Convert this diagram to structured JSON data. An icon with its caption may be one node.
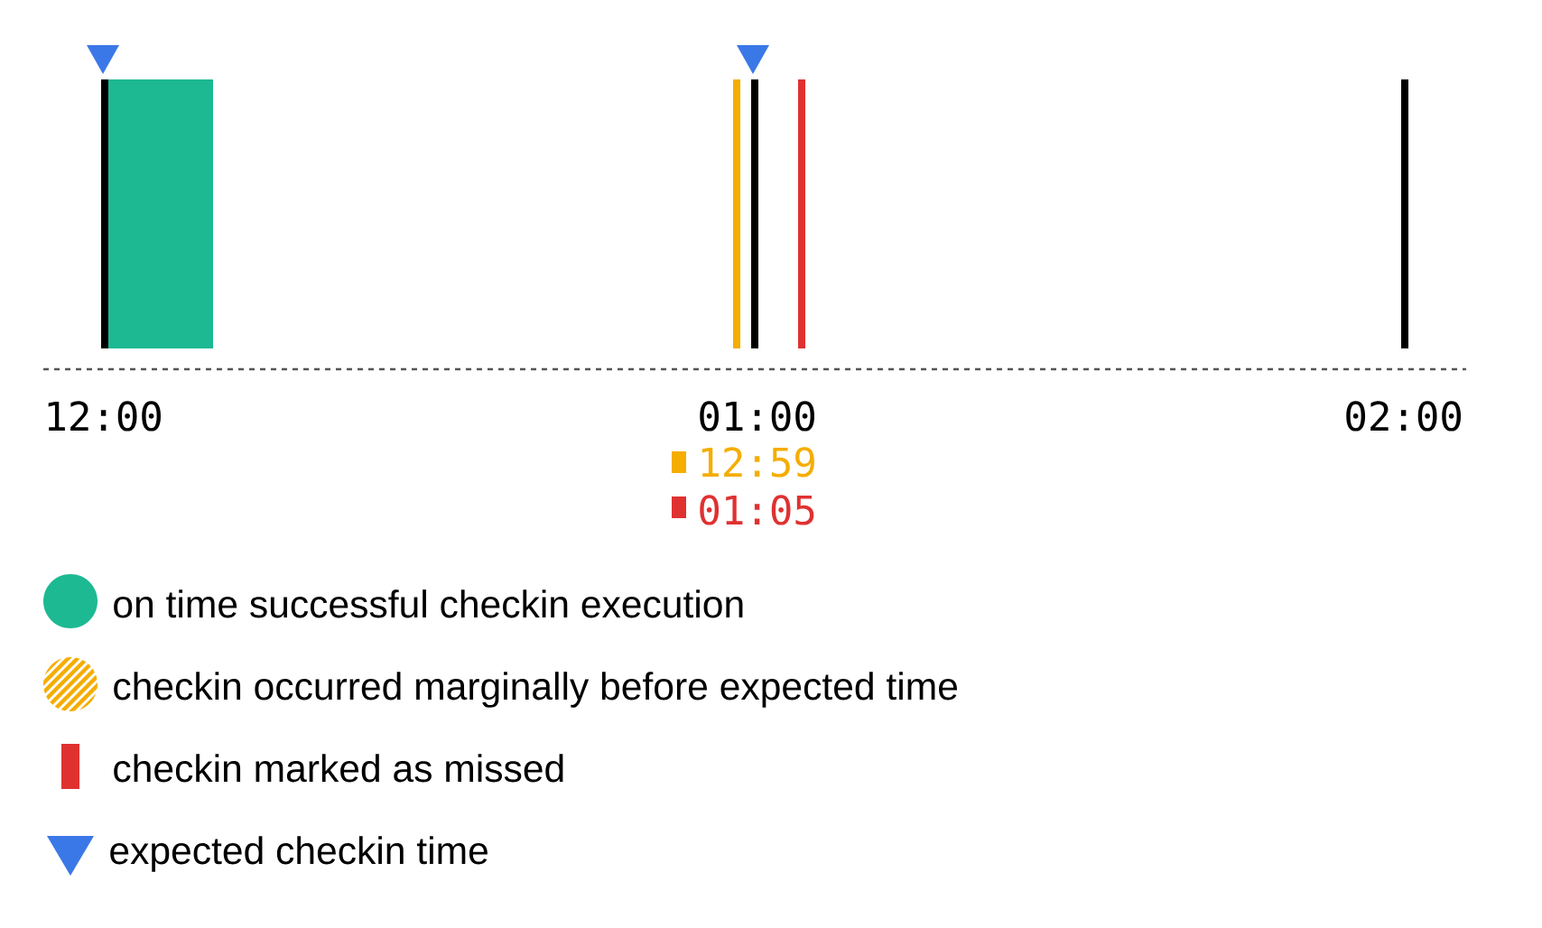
{
  "diagram": {
    "nodes": [
      {
        "text": [],
        "shape": "box"
      }
    ],
    "labels": [
      "12:00",
      "01:00",
      "02:00",
      "12:59",
      "01:05"
    ],
    "legend": [
      {
        "text": "on time successful checkin execution",
        "color": "#1db992"
      },
      {
        "text": "checkin occurred marginally before expected time"
      },
      {
        "text": "checkin marked as missed",
        "color": "#e03131"
      },
      {
        "text": "expected checkin time",
        "color": "#3b78e7"
      }
    ]
  }
}
